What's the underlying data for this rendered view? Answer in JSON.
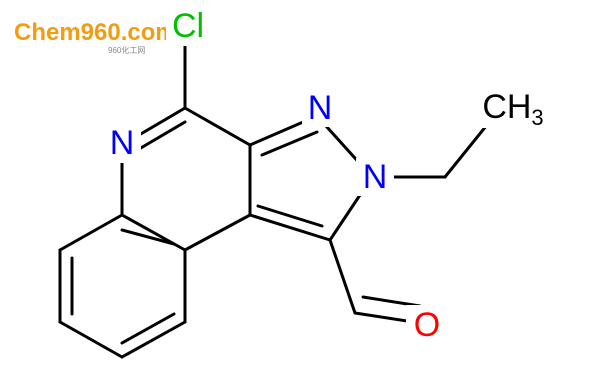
{
  "logo": {
    "text": "Chem960.com",
    "sub_text": "960化工网",
    "color": "#f39c12"
  },
  "molecule": {
    "atoms": {
      "cl": {
        "symbol": "Cl",
        "color": "#00c000"
      },
      "n_ring": {
        "symbol": "N",
        "color": "#0000ff"
      },
      "n_pyrazole_top": {
        "symbol": "N",
        "color": "#0000ff"
      },
      "n_pyrazole_ethyl": {
        "symbol": "N",
        "color": "#0000ff"
      },
      "o_aldehyde": {
        "symbol": "O",
        "color": "#ff0000"
      },
      "ch3": {
        "symbol": "CH",
        "subscript": "3",
        "color": "#000000"
      }
    }
  }
}
